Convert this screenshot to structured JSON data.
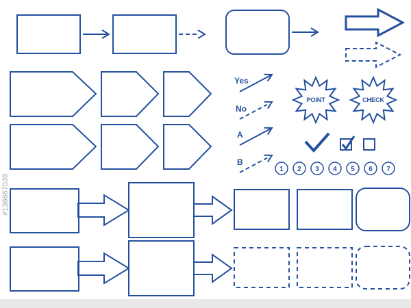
{
  "colors": {
    "line": "#24509e",
    "watermark_text": "#a6a6a6",
    "watermark_bar": "#e9e9e9",
    "background": "#ffffff"
  },
  "arrow_labels": {
    "yes": "Yes",
    "no": "No",
    "a": "A",
    "b": "B"
  },
  "starbursts": {
    "point": "POINT",
    "check": "CHECK"
  },
  "numbered_steps": [
    "1",
    "2",
    "3",
    "4",
    "5",
    "6",
    "7"
  ],
  "watermark": {
    "id": "#138667039"
  }
}
